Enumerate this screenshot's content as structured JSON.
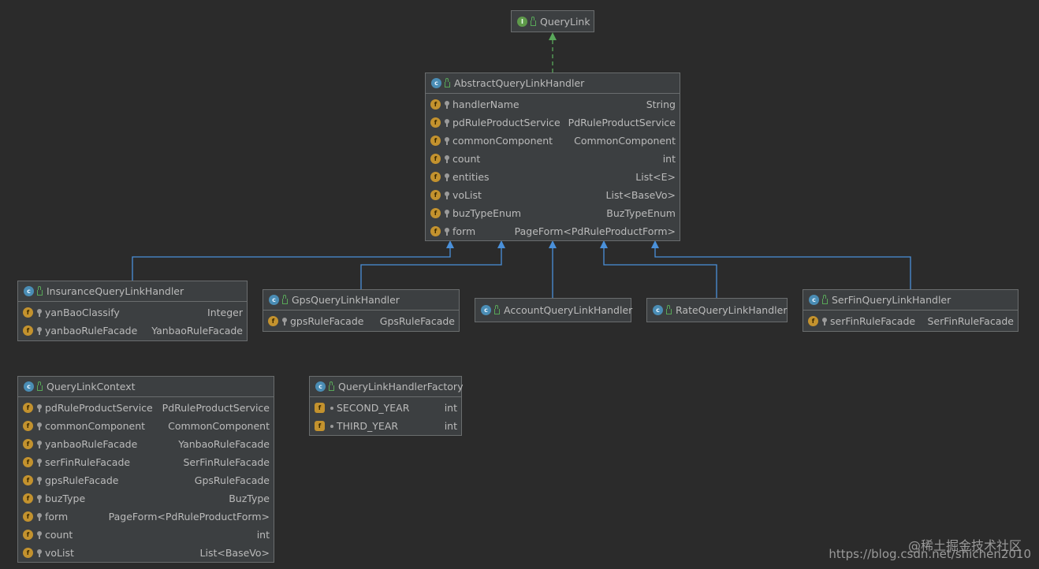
{
  "interface_querylink": {
    "title": "QueryLink"
  },
  "abstract_handler": {
    "title": "AbstractQueryLinkHandler",
    "fields": [
      {
        "name": "handlerName",
        "type": "String"
      },
      {
        "name": "pdRuleProductService",
        "type": "PdRuleProductService"
      },
      {
        "name": "commonComponent",
        "type": "CommonComponent"
      },
      {
        "name": "count",
        "type": "int"
      },
      {
        "name": "entities",
        "type": "List<E>"
      },
      {
        "name": "voList",
        "type": "List<BaseVo>"
      },
      {
        "name": "buzTypeEnum",
        "type": "BuzTypeEnum"
      },
      {
        "name": "form",
        "type": "PageForm<PdRuleProductForm>"
      }
    ]
  },
  "insurance_handler": {
    "title": "InsuranceQueryLinkHandler",
    "fields": [
      {
        "name": "yanBaoClassify",
        "type": "Integer"
      },
      {
        "name": "yanbaoRuleFacade",
        "type": "YanbaoRuleFacade"
      }
    ]
  },
  "gps_handler": {
    "title": "GpsQueryLinkHandler",
    "fields": [
      {
        "name": "gpsRuleFacade",
        "type": "GpsRuleFacade"
      }
    ]
  },
  "account_handler": {
    "title": "AccountQueryLinkHandler"
  },
  "rate_handler": {
    "title": "RateQueryLinkHandler"
  },
  "serfin_handler": {
    "title": "SerFinQueryLinkHandler",
    "fields": [
      {
        "name": "serFinRuleFacade",
        "type": "SerFinRuleFacade"
      }
    ]
  },
  "context": {
    "title": "QueryLinkContext",
    "fields": [
      {
        "name": "pdRuleProductService",
        "type": "PdRuleProductService"
      },
      {
        "name": "commonComponent",
        "type": "CommonComponent"
      },
      {
        "name": "yanbaoRuleFacade",
        "type": "YanbaoRuleFacade"
      },
      {
        "name": "serFinRuleFacade",
        "type": "SerFinRuleFacade"
      },
      {
        "name": "gpsRuleFacade",
        "type": "GpsRuleFacade"
      },
      {
        "name": "buzType",
        "type": "BuzType"
      },
      {
        "name": "form",
        "type": "PageForm<PdRuleProductForm>"
      },
      {
        "name": "count",
        "type": "int"
      },
      {
        "name": "voList",
        "type": "List<BaseVo>"
      }
    ]
  },
  "factory": {
    "title": "QueryLinkHandlerFactory",
    "fields": [
      {
        "name": "SECOND_YEAR",
        "type": "int"
      },
      {
        "name": "THIRD_YEAR",
        "type": "int"
      }
    ]
  },
  "watermark": {
    "line1": "@稀土掘金技术社区",
    "line2": "https://blog.csdn.net/shichen2010"
  },
  "icons": {
    "class": "class-icon",
    "interface": "interface-icon",
    "field": "field-icon",
    "static_field": "static-field-icon",
    "public": "public-lock-icon",
    "private": "private-pin-icon"
  },
  "colors": {
    "background": "#2b2b2b",
    "node": "#3c3f41",
    "inheritance_edge": "#4a90d9",
    "realization_edge": "#59a85a"
  },
  "badges": {
    "class": "c",
    "interface": "I",
    "field": "f"
  }
}
